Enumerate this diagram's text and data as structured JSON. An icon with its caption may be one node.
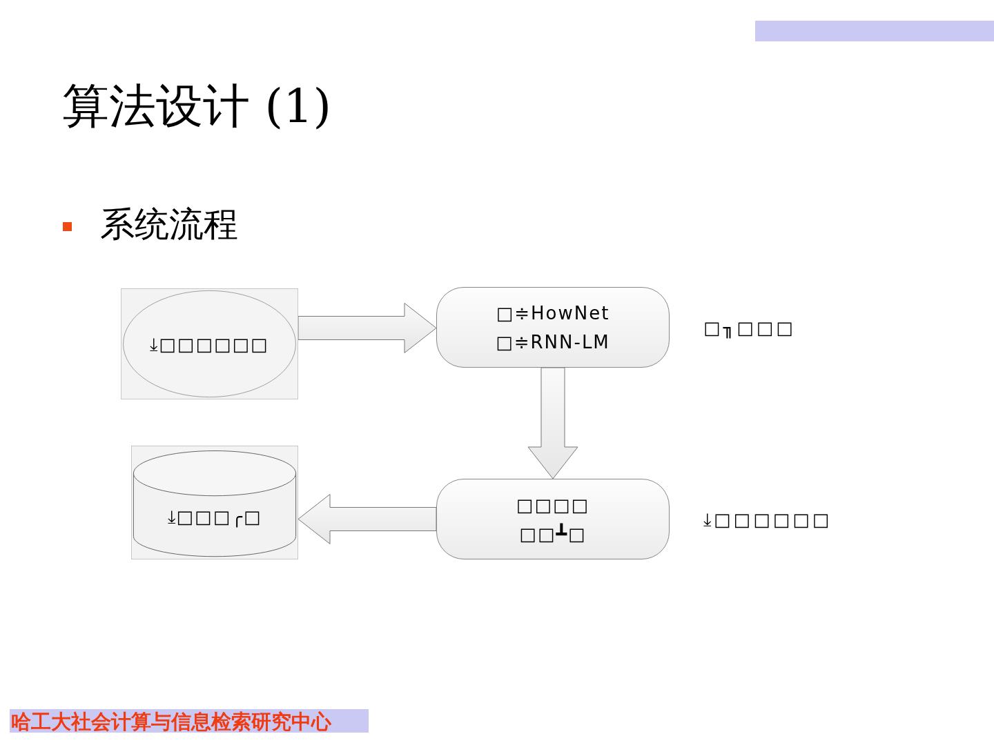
{
  "diagram": {
    "title": "算法设计 (1)",
    "nodes": [
      {
        "text": [
          "⤓□□□□□□"
        ]
      },
      {
        "text": [
          "□≑HowNet",
          "□≑RNN-LM"
        ],
        "beside": [
          "□╖□□□"
        ]
      },
      {
        "text": [
          "□□□□",
          "□□┻□"
        ],
        "beside": [
          "⤓□□□□□□"
        ]
      },
      {
        "text": [
          "⤓□□□╭□"
        ]
      }
    ],
    "edges": [
      {
        "from": 0,
        "to": 1,
        "arrow": "to"
      },
      {
        "from": 1,
        "to": 2,
        "arrow": "to"
      },
      {
        "from": 2,
        "to": 3,
        "arrow": "to"
      }
    ],
    "labels": [
      "系统流程",
      "哈工大社会计算与信息检索研究中心"
    ]
  }
}
